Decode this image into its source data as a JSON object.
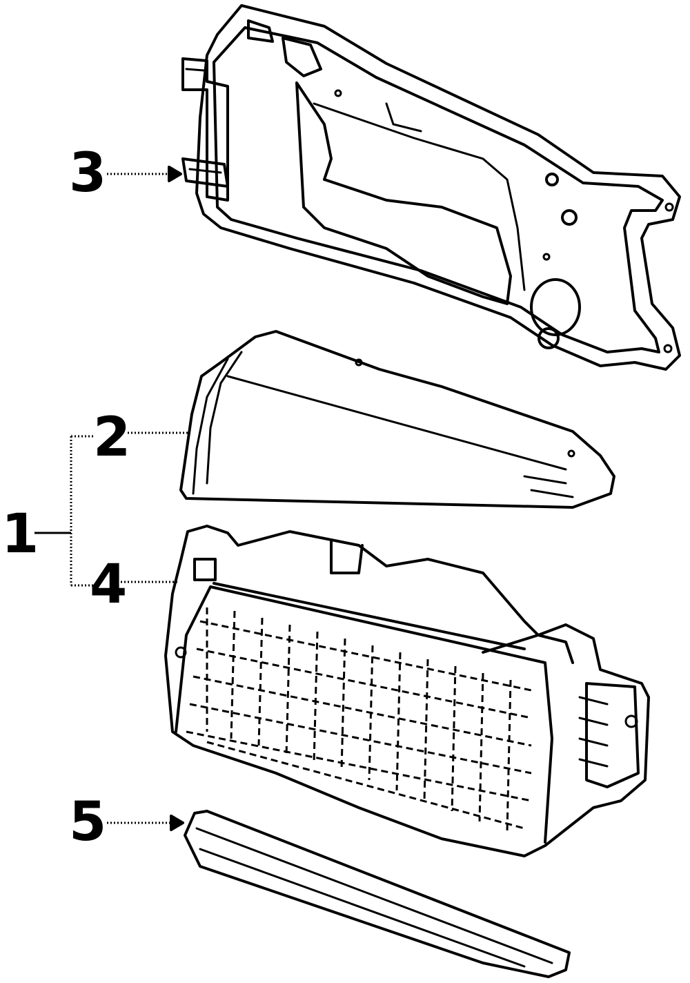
{
  "diagram": {
    "callouts": [
      {
        "id": "1",
        "label": "1"
      },
      {
        "id": "2",
        "label": "2"
      },
      {
        "id": "3",
        "label": "3"
      },
      {
        "id": "4",
        "label": "4"
      },
      {
        "id": "5",
        "label": "5"
      }
    ],
    "parts": [
      {
        "callout": "1",
        "icon": "headlamp-assembly-bracket"
      },
      {
        "callout": "2",
        "icon": "headlamp-trim-panel"
      },
      {
        "callout": "3",
        "icon": "mounting-panel-clip"
      },
      {
        "callout": "4",
        "icon": "headlamp-lens-housing"
      },
      {
        "callout": "5",
        "icon": "lower-filler-strip"
      }
    ]
  }
}
